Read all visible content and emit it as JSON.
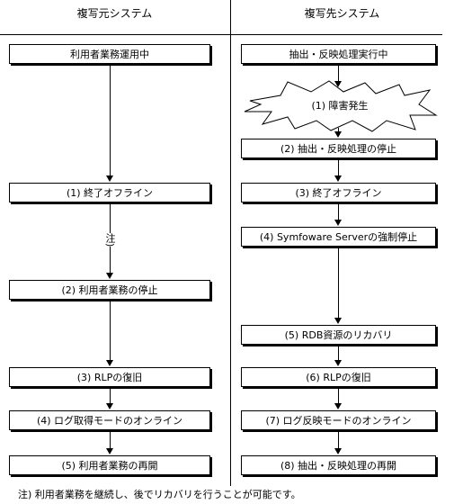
{
  "headers": {
    "left": "複写元システム",
    "right": "複写先システム"
  },
  "left_steps": [
    "利用者業務運用中",
    "(1) 終了オフライン",
    "(2) 利用者業務の停止",
    "(3) RLPの復旧",
    "(4) ログ取得モードのオンライン",
    "(5) 利用者業務の再開"
  ],
  "left_note": "注)",
  "right_steps": [
    "抽出・反映処理実行中",
    "(1) 障害発生",
    "(2) 抽出・反映処理の停止",
    "(3) 終了オフライン",
    "(4) Symfoware Serverの強制停止",
    "(5) RDB資源のリカバリ",
    "(6) RLPの復旧",
    "(7) ログ反映モードのオンライン",
    "(8) 抽出・反映処理の再開"
  ],
  "footnote": "注) 利用者業務を継続し、後でリカバリを行うことが可能です。"
}
